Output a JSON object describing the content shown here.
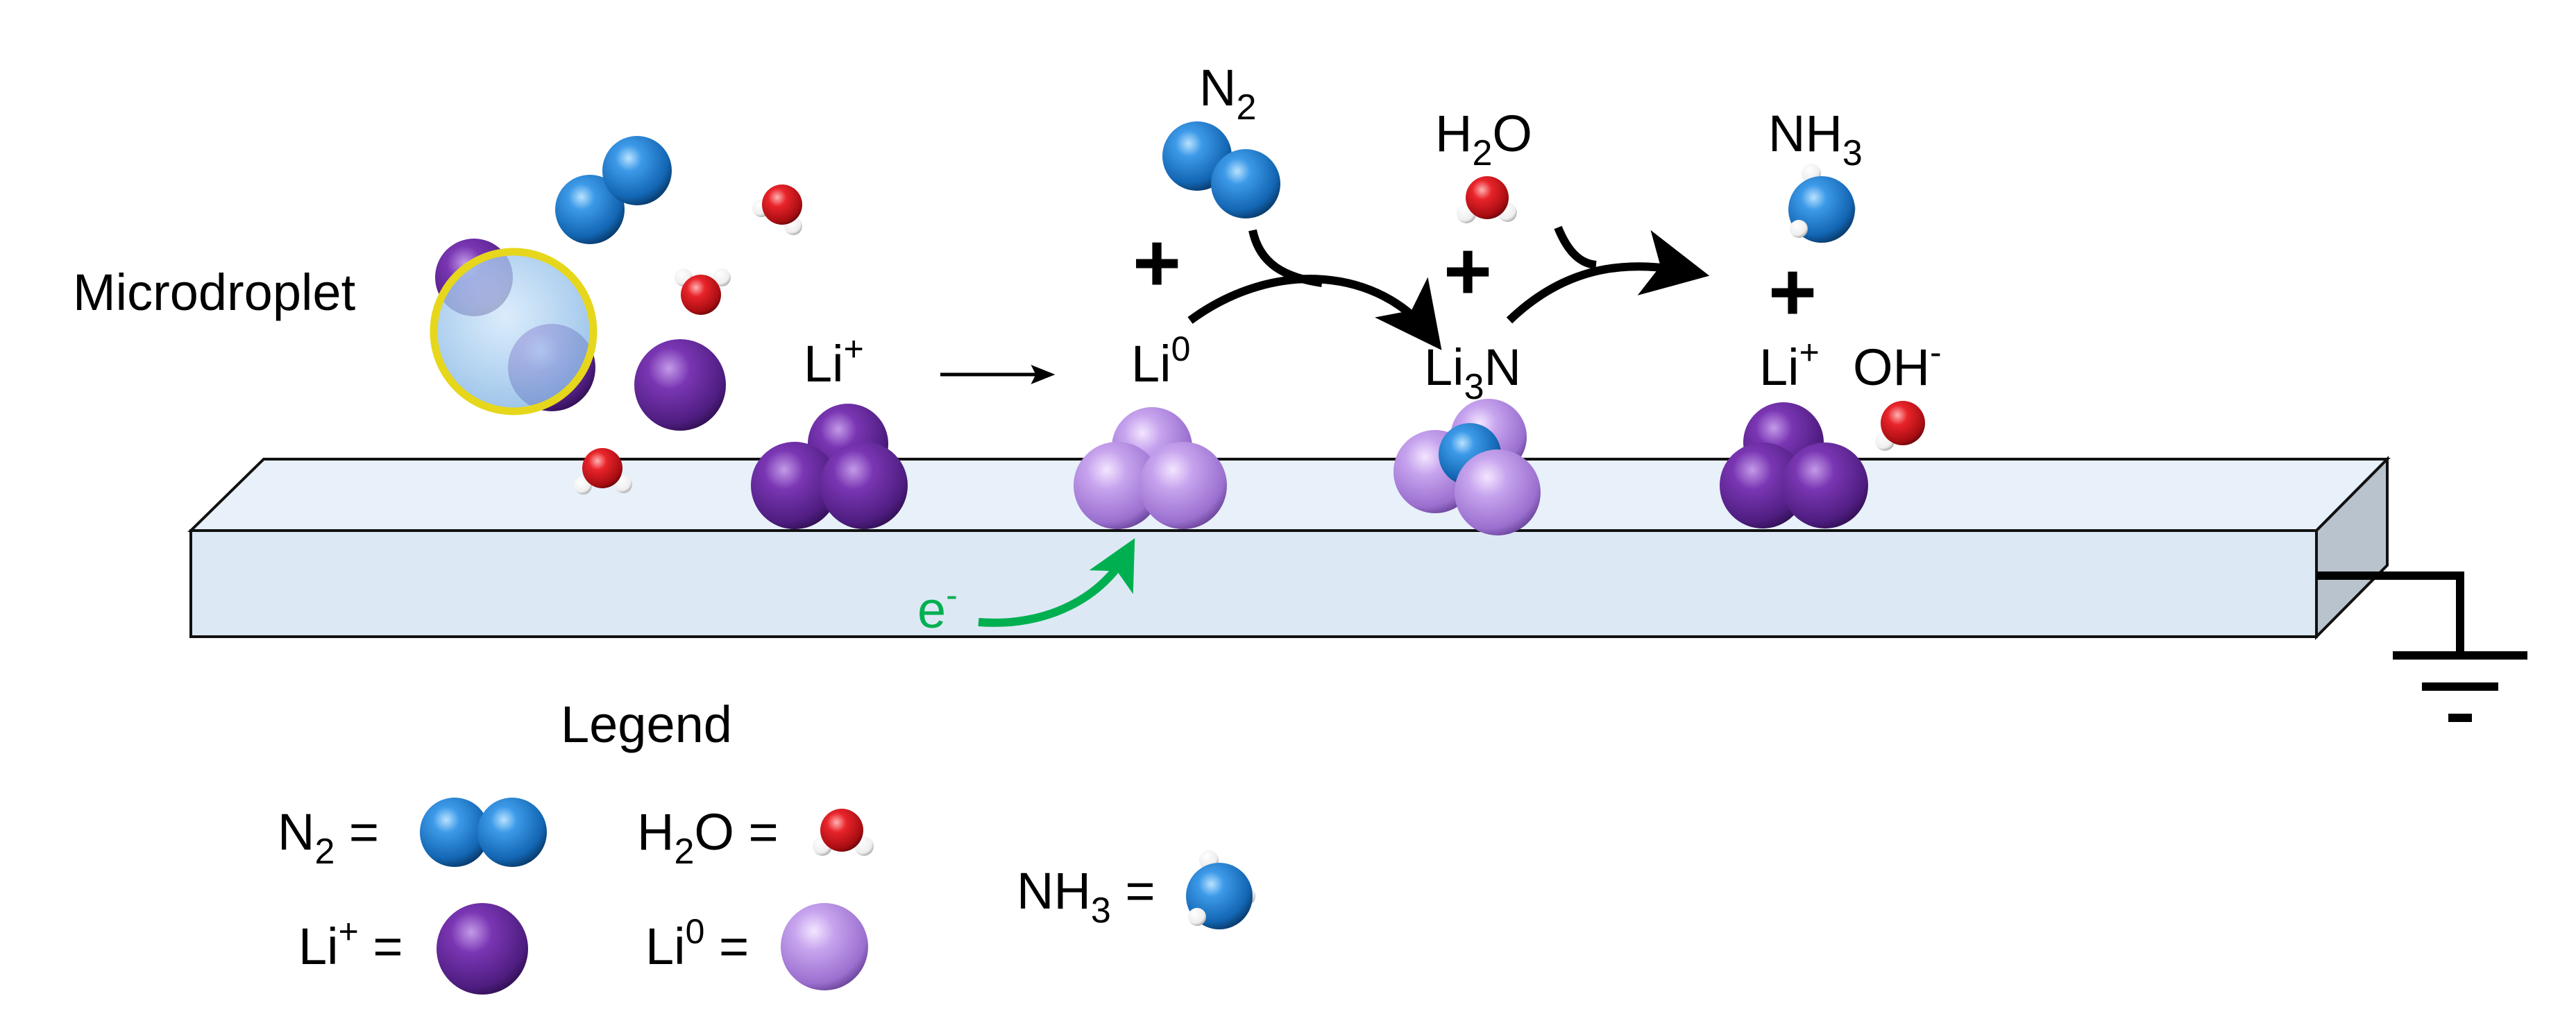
{
  "labels": {
    "microdroplet": "Microdroplet",
    "legend_title": "Legend",
    "plus": "+",
    "n2_main": "N",
    "n2_sub": "2",
    "h2o_h": "H",
    "h2o_sub": "2",
    "h2o_o": "O",
    "nh3_main": "NH",
    "nh3_sub": "3",
    "li_plus_main": "Li",
    "li_plus_sup": "+",
    "li0_main": "Li",
    "li0_sup": "0",
    "li3n_li": "Li",
    "li3n_sub": "3",
    "li3n_n": "N",
    "li_plus2_main": "Li",
    "li_plus2_sup": "+",
    "oh_main": "OH",
    "oh_sup": "-",
    "electron_main": "e",
    "electron_sup": "-"
  },
  "legend": {
    "n2": {
      "main": "N",
      "sub": "2",
      "eq": " ="
    },
    "h2o": {
      "h": "H",
      "sub": "2",
      "o": "O",
      "eq": " ="
    },
    "li_plus": {
      "main": "Li",
      "sup": "+",
      "eq": " ="
    },
    "li0": {
      "main": "Li",
      "sup": "0",
      "eq": " ="
    },
    "nh3": {
      "main": "NH",
      "sub": "3",
      "eq": " ="
    }
  },
  "colors": {
    "nitrogen": "#1a76c9",
    "oxygen": "#e0161b",
    "hydrogen": "#ffffff",
    "li_ion": "#6a2a9e",
    "li_metal": "#b58ee0",
    "microdroplet_fill": "#8fc1ec",
    "microdroplet_ring": "#e8d820",
    "electrode_front": "#dde8f6",
    "electrode_top": "#e9f1fb",
    "electrode_side": "#b7c2cc",
    "electron_arrow": "#00b050"
  }
}
